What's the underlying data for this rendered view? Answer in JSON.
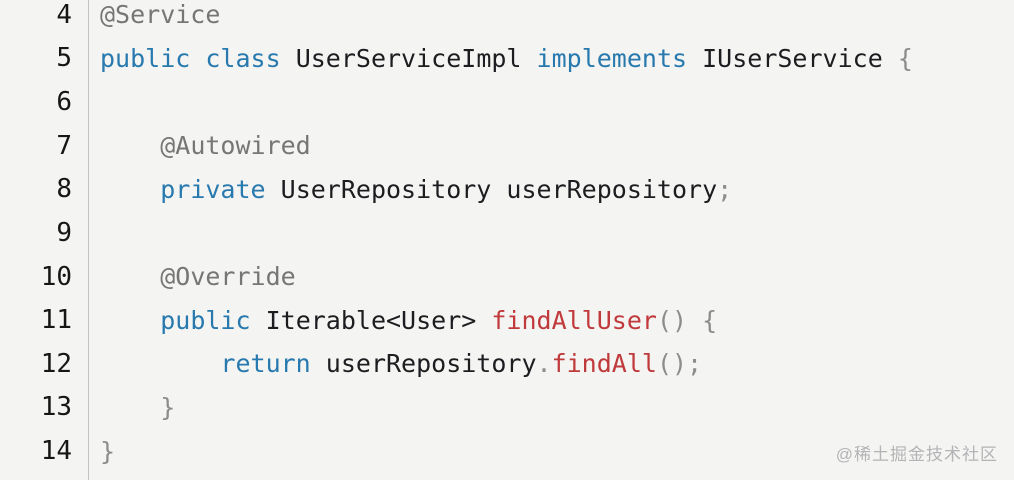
{
  "editor": {
    "background": "#f4f4f3",
    "gutter_divider_color": "#c2c2c2",
    "colors": {
      "keyword": "#2779ae",
      "annotation": "#767676",
      "identifier": "#1d1d20",
      "method": "#c0393b",
      "punct": "#8c8c8c",
      "plain": "#1d1d20",
      "line_number": "#161616"
    },
    "lines": [
      {
        "number": "4",
        "indent": 0,
        "tokens": [
          {
            "t": "@Service",
            "c": "annotation"
          }
        ]
      },
      {
        "number": "5",
        "indent": 0,
        "tokens": [
          {
            "t": "public",
            "c": "keyword"
          },
          {
            "t": " ",
            "c": "plain"
          },
          {
            "t": "class",
            "c": "keyword"
          },
          {
            "t": " ",
            "c": "plain"
          },
          {
            "t": "UserServiceImpl",
            "c": "identifier"
          },
          {
            "t": " ",
            "c": "plain"
          },
          {
            "t": "implements",
            "c": "keyword"
          },
          {
            "t": " ",
            "c": "plain"
          },
          {
            "t": "IUserService",
            "c": "identifier"
          },
          {
            "t": " ",
            "c": "plain"
          },
          {
            "t": "{",
            "c": "punct"
          }
        ]
      },
      {
        "number": "6",
        "indent": 0,
        "tokens": []
      },
      {
        "number": "7",
        "indent": 1,
        "tokens": [
          {
            "t": "@Autowired",
            "c": "annotation"
          }
        ]
      },
      {
        "number": "8",
        "indent": 1,
        "tokens": [
          {
            "t": "private",
            "c": "keyword"
          },
          {
            "t": " ",
            "c": "plain"
          },
          {
            "t": "UserRepository",
            "c": "identifier"
          },
          {
            "t": " ",
            "c": "plain"
          },
          {
            "t": "userRepository",
            "c": "identifier"
          },
          {
            "t": ";",
            "c": "punct"
          }
        ]
      },
      {
        "number": "9",
        "indent": 0,
        "tokens": []
      },
      {
        "number": "10",
        "indent": 1,
        "tokens": [
          {
            "t": "@Override",
            "c": "annotation"
          }
        ]
      },
      {
        "number": "11",
        "indent": 1,
        "tokens": [
          {
            "t": "public",
            "c": "keyword"
          },
          {
            "t": " ",
            "c": "plain"
          },
          {
            "t": "Iterable<User>",
            "c": "identifier"
          },
          {
            "t": " ",
            "c": "plain"
          },
          {
            "t": "findAllUser",
            "c": "method"
          },
          {
            "t": "()",
            "c": "punct"
          },
          {
            "t": " ",
            "c": "plain"
          },
          {
            "t": "{",
            "c": "punct"
          }
        ]
      },
      {
        "number": "12",
        "indent": 2,
        "tokens": [
          {
            "t": "return",
            "c": "keyword"
          },
          {
            "t": " ",
            "c": "plain"
          },
          {
            "t": "userRepository",
            "c": "identifier"
          },
          {
            "t": ".",
            "c": "punct"
          },
          {
            "t": "findAll",
            "c": "method"
          },
          {
            "t": "();",
            "c": "punct"
          }
        ]
      },
      {
        "number": "13",
        "indent": 1,
        "tokens": [
          {
            "t": "}",
            "c": "punct"
          }
        ]
      },
      {
        "number": "14",
        "indent": 0,
        "tokens": [
          {
            "t": "}",
            "c": "punct"
          }
        ]
      }
    ]
  },
  "watermark": {
    "text": "@稀土掘金技术社区",
    "color": "#b4b4b6"
  }
}
